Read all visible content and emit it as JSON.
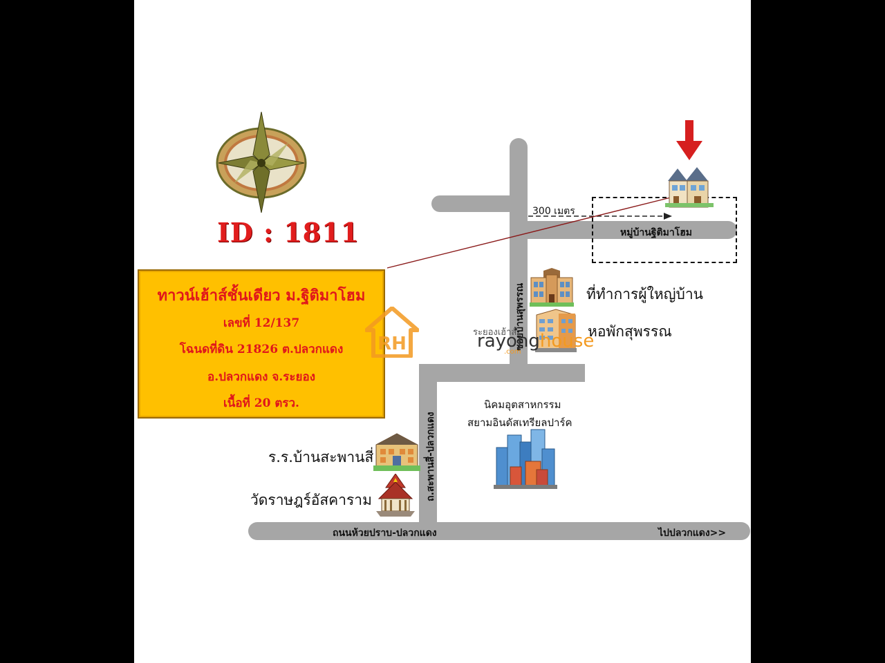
{
  "id_label": "ID : 1811",
  "info": {
    "title": "ทาวน์เฮ้าส์ชั้นเดียว ม.ฐิติมาโฮม",
    "number": "เลขที่ 12/137",
    "deed": "โฉนดที่ดิน 21826 ต.ปลวกแดง",
    "district": "อ.ปลวกแดง จ.ระยอง",
    "area": "เนื้อที่ 20 ตรว."
  },
  "roads": {
    "main": "ถนนห้วยปราบ-ปลวกแดง",
    "to_destination": "ไปปลวกแดง>>",
    "left_vertical": "ถ.สะพานสี่-ปลวกแดง",
    "right_vertical": "ซอยบ้านสุพรรณ",
    "village": "หมู่บ้านฐิติมาโฮม"
  },
  "distance": "300 เมตร",
  "places": {
    "headman_office": "ที่ทำการผู้ใหญ่บ้าน",
    "dormitory": "หอพักสุพรรณ",
    "industrial_line1": "นิคมอุตสาหกรรม",
    "industrial_line2": "สยามอินดัสเทรียลปาร์ค",
    "school": "ร.ร.บ้านสะพานสี่",
    "temple": "วัดราษฎร์อัสคาราม"
  },
  "watermark": {
    "logo_letters": "RH",
    "thai": "ระยองเฮ้าส์",
    "brand_a": "rayong",
    "brand_b": "house",
    "domain": ".com"
  },
  "colors": {
    "road": "#a6a6a6",
    "info_bg": "#ffc000",
    "info_text": "#e0161b",
    "marker_arrow": "#d61f1f",
    "watermark_orange": "#f39a21"
  },
  "icons": [
    "compass-rose-icon",
    "down-arrow-marker-icon",
    "townhouse-icon",
    "office-building-icon",
    "dormitory-building-icon",
    "school-building-icon",
    "temple-icon",
    "industrial-city-icon",
    "house-logo-icon"
  ]
}
